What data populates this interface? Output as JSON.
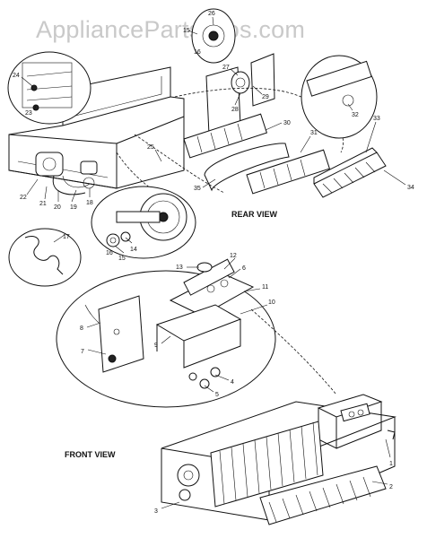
{
  "watermark": "AppliancePartsPros.com",
  "views": {
    "rear": "REAR VIEW",
    "front": "FRONT VIEW"
  },
  "callouts": [
    "1",
    "2",
    "3",
    "4",
    "5",
    "6",
    "7",
    "8",
    "9",
    "10",
    "11",
    "12",
    "13",
    "14",
    "15",
    "16",
    "17",
    "18",
    "19",
    "20",
    "21",
    "22",
    "23",
    "24",
    "25",
    "26",
    "27",
    "28",
    "29",
    "30",
    "31",
    "32",
    "33",
    "34",
    "35",
    "15",
    "16"
  ]
}
